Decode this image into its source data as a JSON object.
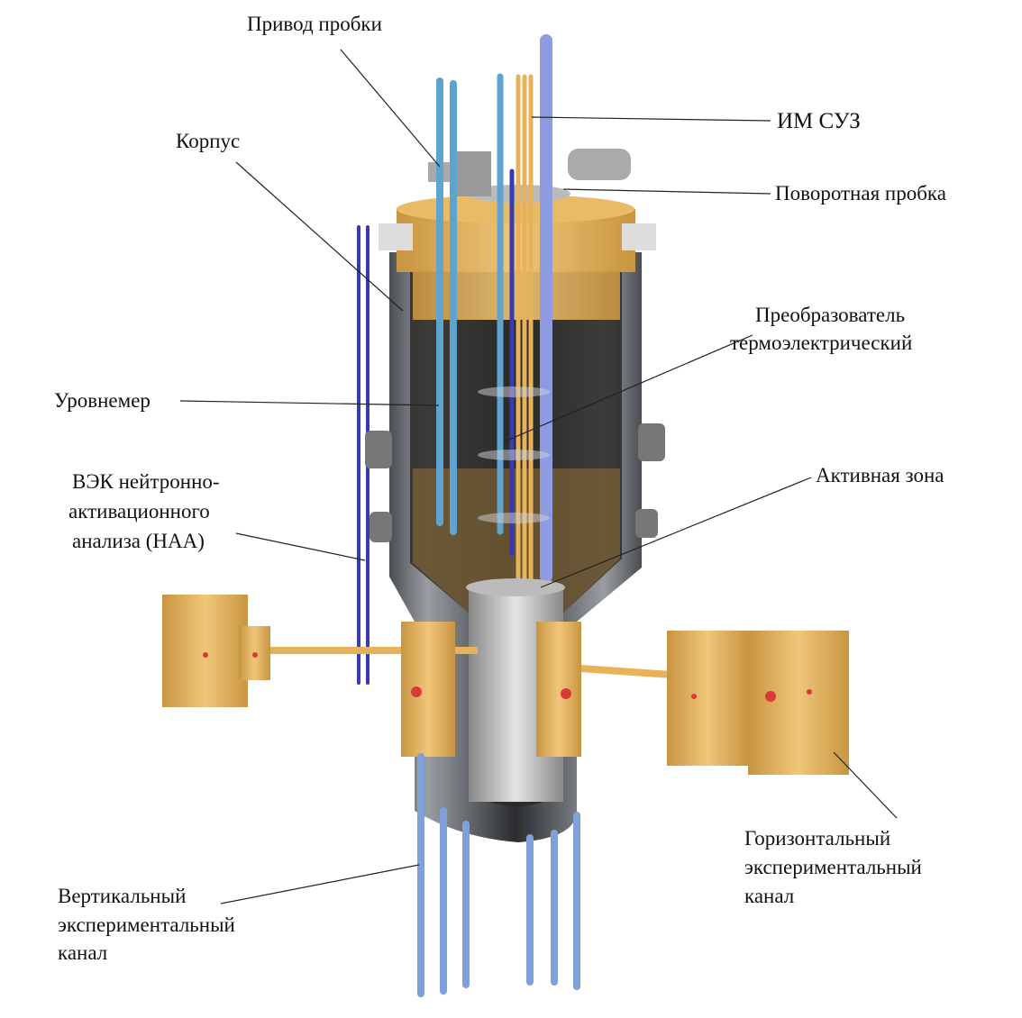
{
  "labels": {
    "drive": "Привод пробки",
    "body": "Корпус",
    "cps": "ИМ СУЗ",
    "plug": "Поворотная пробка",
    "thermo": [
      "Преобразователь",
      "термоэлектрический"
    ],
    "level": "Уровнемер",
    "naa": [
      "ВЭК нейтронно-",
      "активационного",
      "анализа (НАА)"
    ],
    "core": "Активная зона",
    "horizontal": [
      "Горизонтальный",
      "экспериментальный",
      "канал"
    ],
    "vertical": [
      "Вертикальный",
      "экспериментальный",
      "канал"
    ]
  },
  "colors": {
    "gold": "#e6b35a",
    "vessel": "#6b6f75",
    "blue_rod": "#5fa3cf",
    "violet_rod": "#3a3ab0",
    "lilac": "#8f9be0"
  }
}
